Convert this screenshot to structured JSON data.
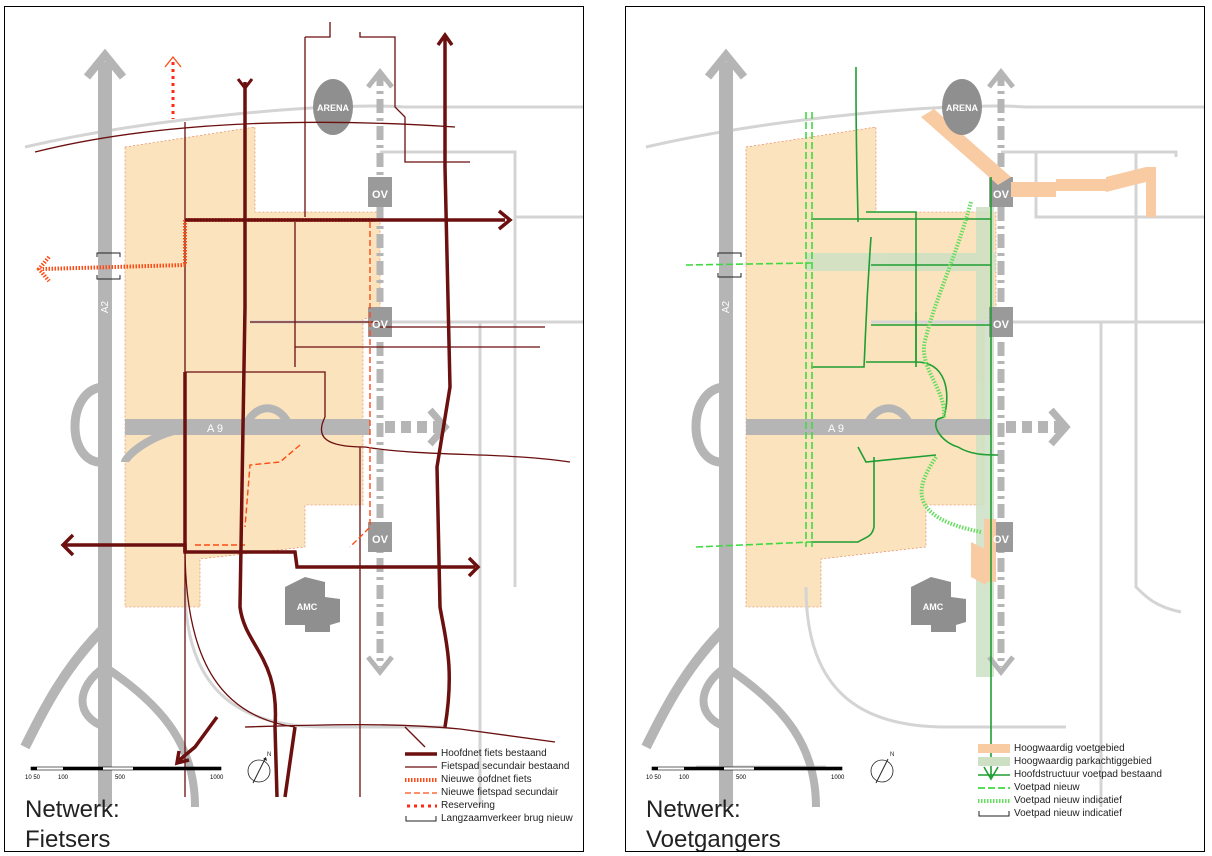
{
  "colors": {
    "zone": "#fbe3bd",
    "road": "#b5b5b5",
    "road_light": "#d4d4d4",
    "bike_main": "#6b0f0f",
    "bike_new": "#ff4a14",
    "walk": "#1f9e33",
    "walk_new": "#41d941",
    "voetgebied": "#f9cba3",
    "park": "#cde0c4"
  },
  "map_labels": {
    "arena": "ARENA",
    "amc": "AMC",
    "ov": "OV",
    "a2": "A2",
    "a9": "A 9"
  },
  "scale": {
    "ticks": [
      "10 50",
      "100",
      "500",
      "1000"
    ]
  },
  "left": {
    "title_line1": "Netwerk:",
    "title_line2": "Fietsers",
    "legend": [
      {
        "label": "Hoofdnet fiets bestaand",
        "icon": "thick-line"
      },
      {
        "label": "Fietspad secundair bestaand",
        "icon": "thin-line"
      },
      {
        "label": "Nieuwe oofdnet fiets",
        "icon": "hatched-line"
      },
      {
        "label": "Nieuwe fietspad secundair",
        "icon": "dashed-line"
      },
      {
        "label": "Reservering",
        "icon": "dotted-line"
      },
      {
        "label": "Langzaamverkeer brug nieuw",
        "icon": "bracket"
      }
    ]
  },
  "right": {
    "title_line1": "Netwerk:",
    "title_line2": "Voetgangers",
    "legend": [
      {
        "label": "Hoogwaardig voetgebied",
        "icon": "orange-band"
      },
      {
        "label": "Hoogwaardig parkachtiggebied",
        "icon": "green-band"
      },
      {
        "label": "Hoofdstructuur voetpad bestaand",
        "icon": "solid-line"
      },
      {
        "label": "Voetpad nieuw",
        "icon": "dashed-line"
      },
      {
        "label": "Voetpad nieuw indicatief",
        "icon": "hatched-line"
      },
      {
        "label": "Voetpad nieuw indicatief",
        "icon": "bracket"
      }
    ]
  }
}
